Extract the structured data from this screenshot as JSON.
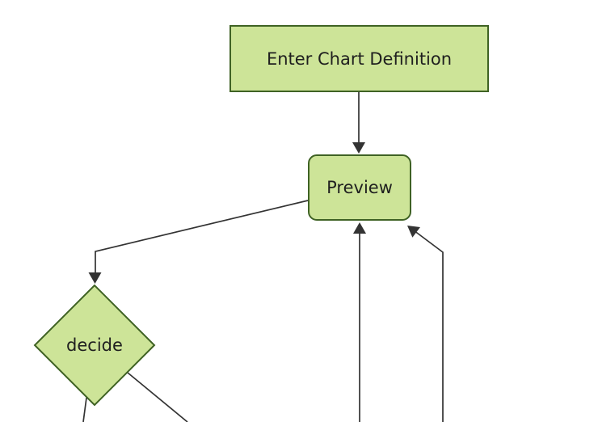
{
  "diagram": {
    "type": "flowchart",
    "direction": "top-down",
    "nodes": [
      {
        "id": "A",
        "label": "Enter Chart Definition",
        "shape": "rectangle"
      },
      {
        "id": "B",
        "label": "Preview",
        "shape": "rounded-rectangle"
      },
      {
        "id": "C",
        "label": "decide",
        "shape": "diamond"
      }
    ],
    "edges": [
      {
        "from": "Enter Chart Definition",
        "to": "Preview",
        "arrowhead": "into Preview top"
      },
      {
        "from": "Preview",
        "to": "decide",
        "arrowhead": "into decide top"
      },
      {
        "from": "offscreen bottom (cropped)",
        "to": "Preview",
        "arrowhead": "into Preview bottom"
      },
      {
        "from": "offscreen bottom right (cropped)",
        "to": "Preview",
        "arrowhead": "into Preview bottom-right corner"
      },
      {
        "from": "decide",
        "to": "offscreen bottom left (cropped)",
        "arrowhead": "none visible"
      },
      {
        "from": "decide",
        "to": "offscreen bottom right (cropped)",
        "arrowhead": "none visible"
      }
    ],
    "colors": {
      "node_fill": "#cde498",
      "node_stroke": "#3f6224",
      "edge_color": "#333333",
      "text_color": "#1f1f1f",
      "background": "#ffffff"
    }
  }
}
